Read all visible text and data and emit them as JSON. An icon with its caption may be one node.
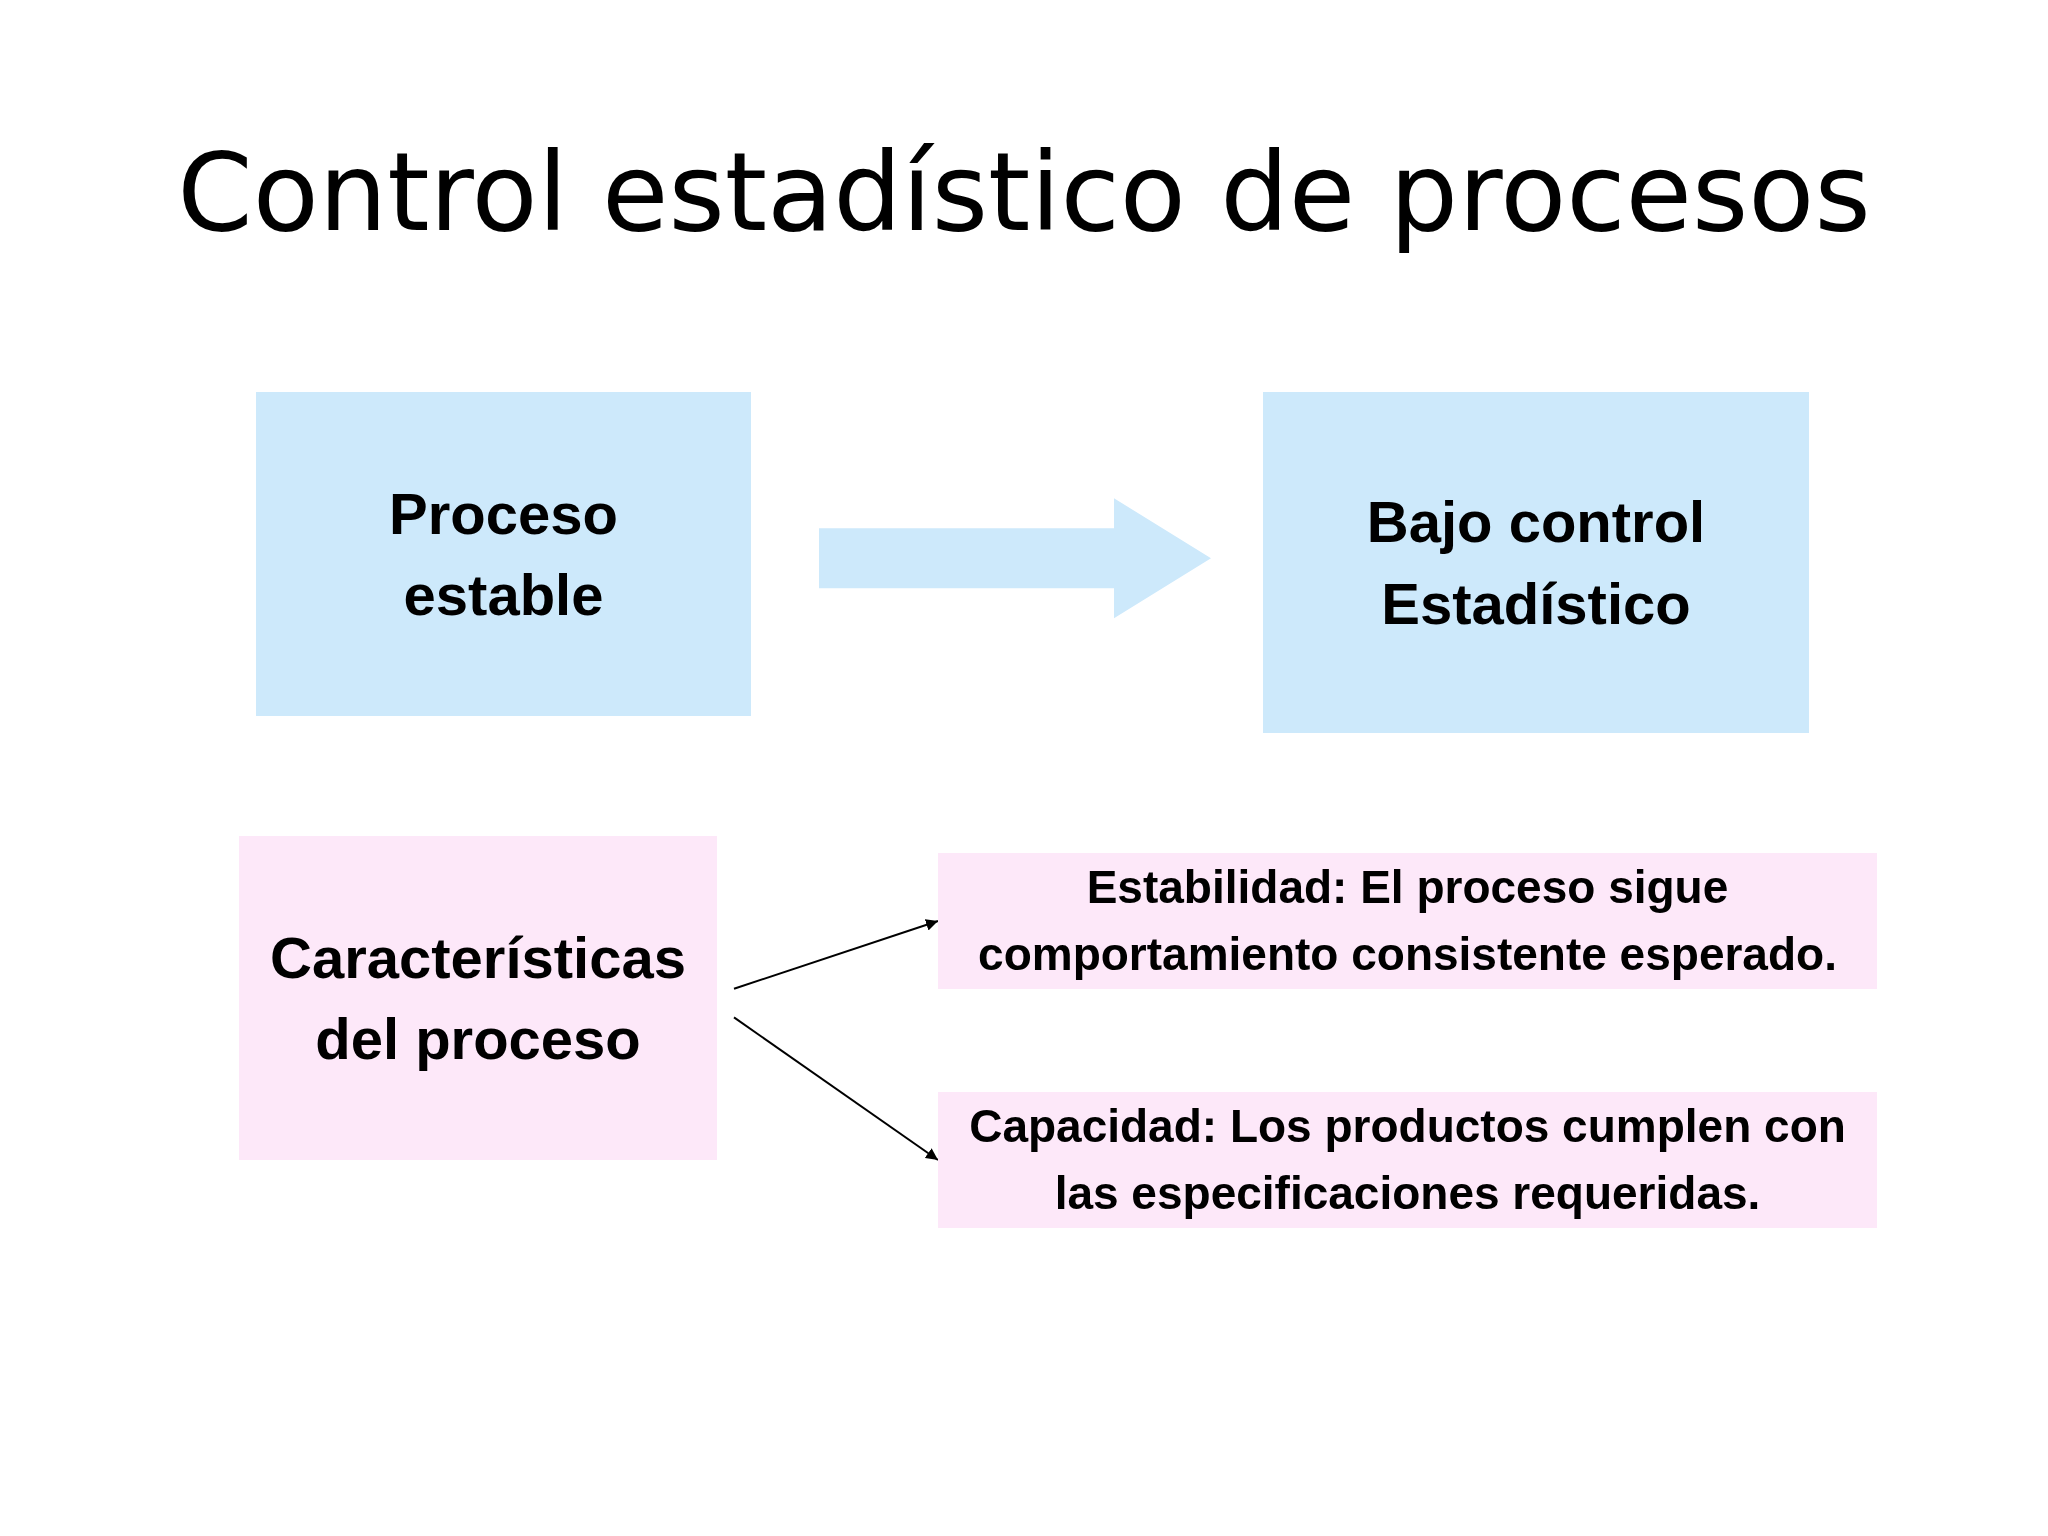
{
  "diagram": {
    "title": "Control estadístico de procesos",
    "nodes": [
      {
        "text": [
          "Proceso estable"
        ]
      },
      {
        "text": [
          "Bajo control Estadístico"
        ]
      },
      {
        "text": [
          "Características del proceso"
        ]
      },
      {
        "text": [
          "Estabilidad: El proceso sigue comportamiento consistente esperado."
        ]
      },
      {
        "text": [
          "Capacidad: Los productos cumplen con las especificaciones requeridas."
        ]
      }
    ],
    "edges": [
      {
        "from": 0,
        "to": 1,
        "arrow": "to",
        "style": "thick",
        "color": "#cde9fb"
      },
      {
        "from": 2,
        "to": 3,
        "arrow": "to"
      },
      {
        "from": 2,
        "to": 4,
        "arrow": "to"
      }
    ]
  }
}
